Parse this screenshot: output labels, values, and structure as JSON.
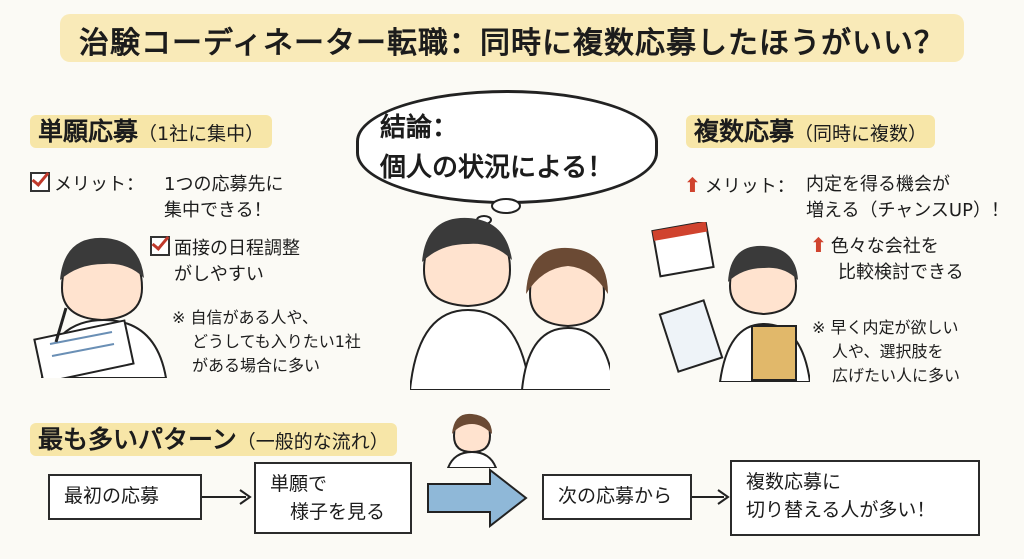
{
  "title": "治験コーディネーター転職：同時に複数応募したほうがいい？",
  "single": {
    "heading": "単願応募",
    "sub": "（1社に集中）",
    "merit_label": "メリット：",
    "merit1a": "1つの応募先に",
    "merit1b": "集中できる！",
    "merit2a": "面接の日程調整",
    "merit2b": "がしやすい",
    "note1": "※ 自信がある人や、",
    "note2": "どうしても入りたい1社",
    "note3": "がある場合に多い"
  },
  "conclusion": {
    "line1": "結論：",
    "line2": "個人の状況による！"
  },
  "multi": {
    "heading": "複数応募",
    "sub": "（同時に複数）",
    "merit_label": "メリット：",
    "merit1a": "内定を得る機会が",
    "merit1b": "増える（チャンスUP）！",
    "merit2a": "色々な会社を",
    "merit2b": "比較検討できる",
    "note1": "※ 早く内定が欲しい",
    "note2": "人や、選択肢を",
    "note3": "広げたい人に多い"
  },
  "pattern": {
    "heading": "最も多いパターン",
    "sub": "（一般的な流れ）",
    "step1": "最初の応募",
    "step2a": "単願で",
    "step2b": "様子を見る",
    "step3": "次の応募から",
    "step4a": "複数応募に",
    "step4b": "切り替える人が多い！"
  },
  "colors": {
    "highlight": "#f7e6a8",
    "accent_red": "#d0432e",
    "arrow_blue": "#8fb8d8"
  }
}
